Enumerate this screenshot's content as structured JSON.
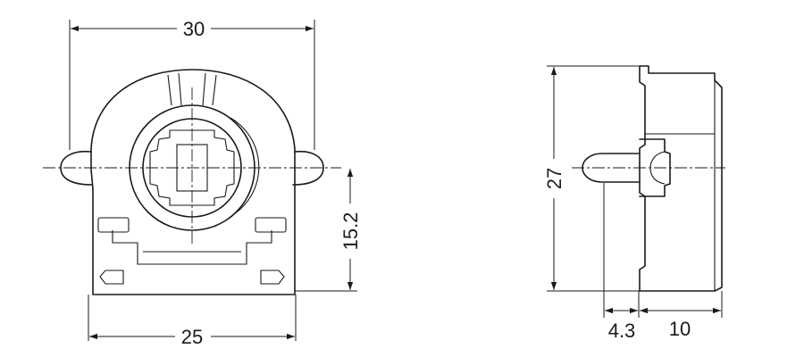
{
  "dimensions": {
    "front_width_top": "30",
    "front_width_bottom": "25",
    "front_height": "15.2",
    "side_height": "27",
    "side_left": "4.3",
    "side_right": "10"
  }
}
